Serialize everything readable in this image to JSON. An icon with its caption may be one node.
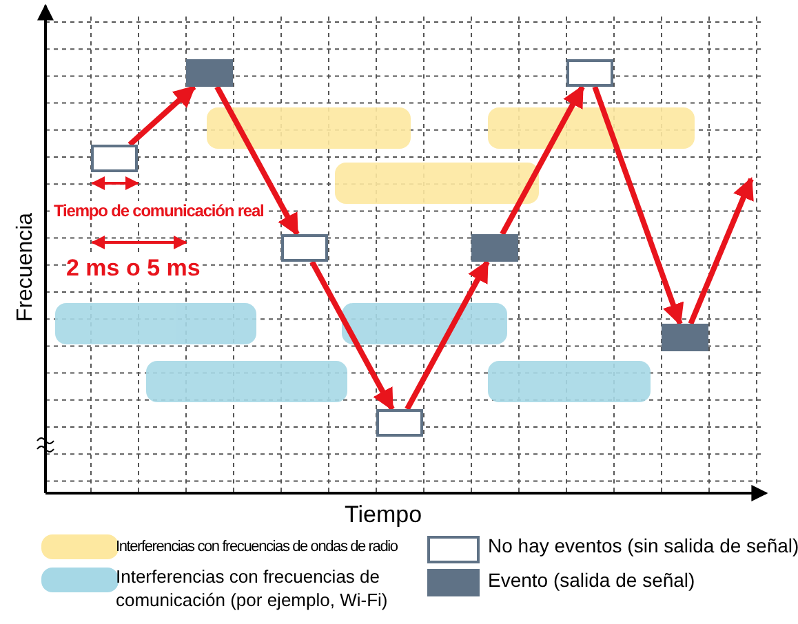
{
  "diagram": {
    "nodes": [
      {
        "text": [],
        "shape": "box"
      },
      {
        "text": [],
        "shape": "box"
      },
      {
        "text": [],
        "shape": "box"
      },
      {
        "text": [],
        "shape": "box"
      },
      {
        "text": [],
        "shape": "box"
      },
      {
        "text": [],
        "shape": "box"
      },
      {
        "text": [],
        "shape": "box"
      }
    ],
    "edges": [
      {
        "from": 0,
        "to": 1,
        "arrow": "to"
      },
      {
        "from": 1,
        "to": 2,
        "arrow": "to"
      },
      {
        "from": 2,
        "to": 3,
        "arrow": "to"
      },
      {
        "from": 3,
        "to": 4,
        "arrow": "to"
      },
      {
        "from": 4,
        "to": 5,
        "arrow": "to"
      },
      {
        "from": 5,
        "to": 6,
        "arrow": "to"
      },
      {
        "from": 6,
        "to": null,
        "arrow": "to"
      }
    ],
    "labels": [
      "Tiempo de comunicación real",
      "2 ms o 5 ms",
      "Frecuencia",
      "Tiempo"
    ],
    "legend": [
      {
        "text": "Interferencias con frecuencias de ondas de radio",
        "color": "#fde8a0"
      },
      {
        "text": "No hay eventos (sin salida de señal)"
      },
      {
        "text": "Interferencias con frecuencias de comunicación  (por ejemplo, Wi-Fi)",
        "color": "#a6d8e6"
      },
      {
        "text": "Evento (salida de señal)"
      }
    ]
  }
}
